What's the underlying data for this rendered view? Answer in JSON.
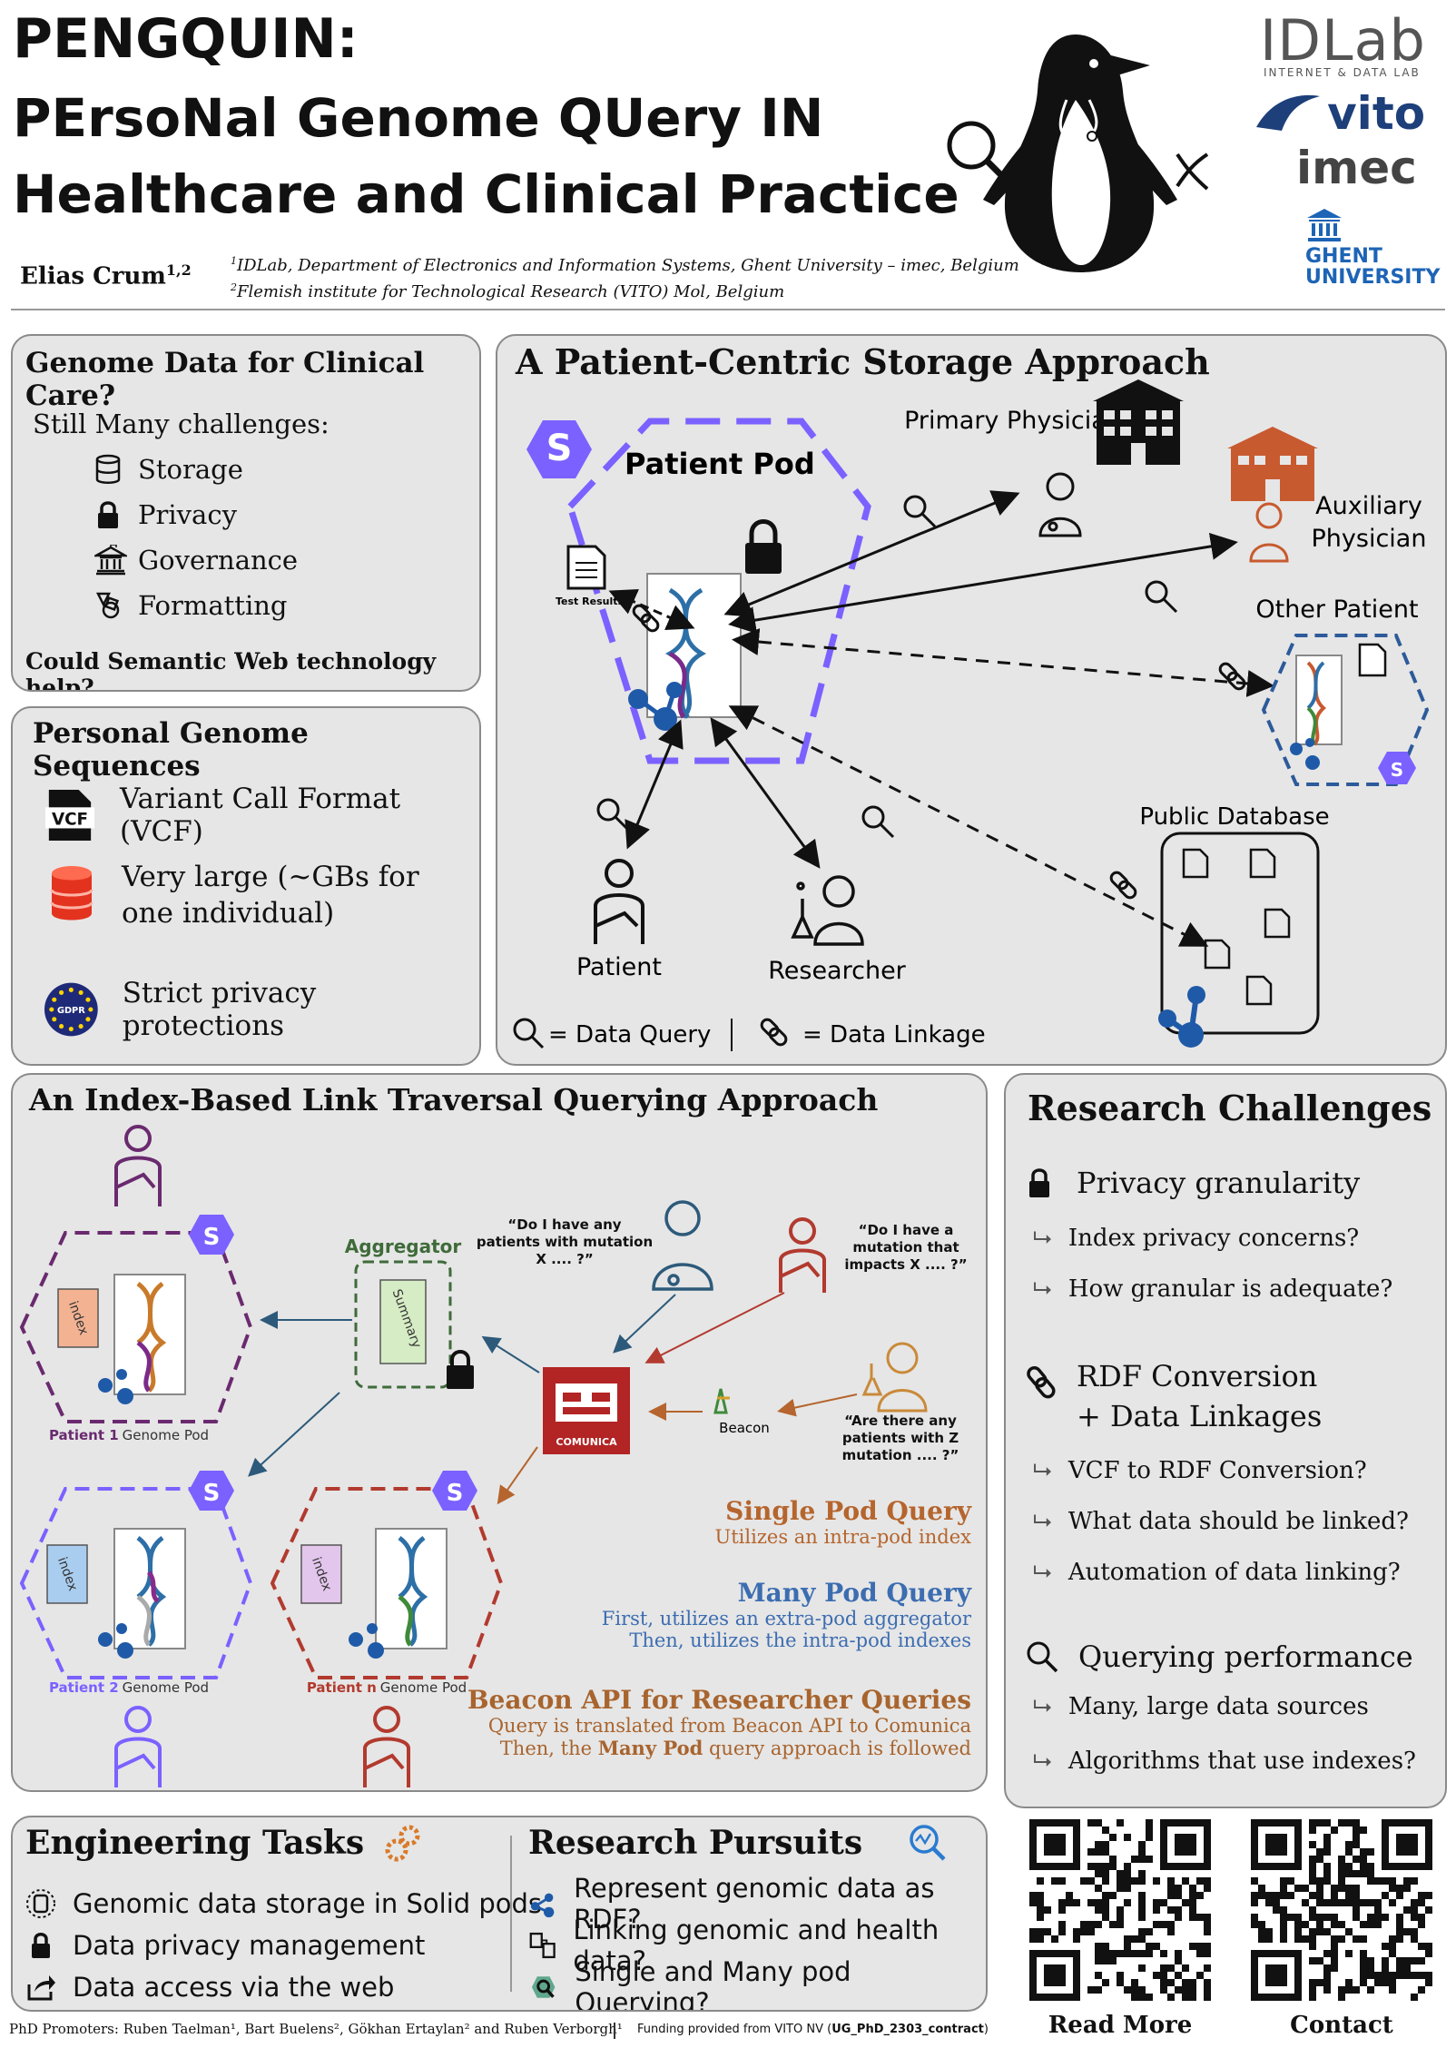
{
  "header": {
    "title": "PENGQUIN:",
    "subtitle_line1": "PErsoNal Genome QUery IN",
    "subtitle_line2": "Healthcare and Clinical Practice",
    "author": "Elias Crum",
    "author_sup": "1,2",
    "aff1_sup": "1",
    "aff1": "IDLab, Department of Electronics and Information Systems, Ghent University – imec, Belgium",
    "aff2_sup": "2",
    "aff2": "Flemish institute for Technological Research (VITO) Mol, Belgium",
    "logos": {
      "idlab": "IDLab",
      "idlab_sub": "INTERNET & DATA LAB",
      "vito": "vito",
      "imec": "imec",
      "ghent1": "GHENT",
      "ghent2": "UNIVERSITY"
    }
  },
  "genome_data": {
    "title": "Genome Data for Clinical Care?",
    "intro": "Still Many challenges:",
    "items": [
      {
        "icon": "database-icon",
        "label": "Storage"
      },
      {
        "icon": "lock-icon",
        "label": "Privacy"
      },
      {
        "icon": "government-building-icon",
        "label": "Governance"
      },
      {
        "icon": "shapes-icon",
        "label": "Formatting"
      }
    ],
    "question": "Could Semantic Web technology help?"
  },
  "personal_genome": {
    "title": "Personal Genome Sequences",
    "items": [
      {
        "icon": "vcf-file-icon",
        "label": "Variant Call Format (VCF)",
        "badge": "VCF"
      },
      {
        "icon": "red-database-icon",
        "label": "Very large (~GBs for one individual)"
      },
      {
        "icon": "gdpr-icon",
        "label": "Strict privacy protections",
        "badge": "GDPR"
      }
    ]
  },
  "patient_centric": {
    "title": "A Patient-Centric Storage Approach",
    "patient_pod": "Patient Pod",
    "test_results": "Test Results",
    "primary_physician": "Primary Physician",
    "auxiliary_physician": "Auxiliary Physician",
    "other_patient": "Other Patient",
    "public_database": "Public Database",
    "patient": "Patient",
    "researcher": "Researcher",
    "legend_query": "= Data Query",
    "legend_link": "= Data Linkage"
  },
  "index_based": {
    "title": "An Index-Based Link Traversal Querying Approach",
    "aggregator": "Aggregator",
    "summary": "Summary",
    "index": "index",
    "pod1_prefix": "Patient 1",
    "pod2_prefix": "Patient 2",
    "podn_prefix": "Patient n",
    "pod_suffix": "Genome Pod",
    "quote_physician": "“Do I have any patients with mutation X .... ?”",
    "quote_patient": "“Do I have a mutation that impacts X .... ?”",
    "quote_researcher": "“Are there any patients with Z mutation .... ?”",
    "comunica": "COMUNICA",
    "beacon": "Beacon",
    "single_title": "Single Pod Query",
    "single_desc": "Utilizes an intra-pod index",
    "many_title": "Many Pod Query",
    "many_desc1": "First, utilizes an extra-pod aggregator",
    "many_desc2": "Then, utilizes the intra-pod indexes",
    "beacon_title": "Beacon API for Researcher Queries",
    "beacon_desc1": "Query is translated from Beacon API to Comunica",
    "beacon_desc2_pre": "Then, the ",
    "beacon_desc2_bold": "Many Pod",
    "beacon_desc2_post": " query approach is followed"
  },
  "research_challenges": {
    "title": "Research Challenges",
    "groups": [
      {
        "icon": "lock-icon",
        "title": "Privacy granularity",
        "items": [
          "Index privacy concerns?",
          "How granular is adequate?"
        ]
      },
      {
        "icon": "link-icon",
        "title": "RDF Conversion + Data Linkages",
        "items": [
          "VCF to RDF Conversion?",
          "What data should be linked?",
          "Automation of data linking?"
        ]
      },
      {
        "icon": "search-icon",
        "title": "Querying performance",
        "items": [
          "Many, large data sources",
          "Algorithms that use indexes?"
        ]
      }
    ]
  },
  "engineering": {
    "title": "Engineering Tasks",
    "items": [
      {
        "icon": "solid-database-icon",
        "label": "Genomic data storage in Solid pods"
      },
      {
        "icon": "lock-icon",
        "label": "Data privacy management"
      },
      {
        "icon": "share-icon",
        "label": "Data access via the web"
      }
    ]
  },
  "research_pursuits": {
    "title": "Research Pursuits",
    "items": [
      {
        "icon": "rdf-icon",
        "label": "Represent genomic data as RDF?"
      },
      {
        "icon": "linked-docs-icon",
        "label": "Linking genomic and health data?"
      },
      {
        "icon": "pod-query-icon",
        "label": "Single and Many pod Querying?"
      }
    ]
  },
  "qr": {
    "read_more": "Read More",
    "contact": "Contact"
  },
  "footer": {
    "promoters_label": "PhD Promoters: ",
    "promoters": "Ruben Taelman¹, Bart Buelens², Gökhan Ertaylan² and Ruben Verborgh¹",
    "funding_pre": "Funding provided from VITO NV (",
    "funding_code": "UG_PhD_2303_contract",
    "funding_post": ")"
  },
  "colors": {
    "purple": "#7b61ff",
    "dark_purple": "#6a2a6f",
    "red": "#b23a2e",
    "blue": "#3c6db1",
    "orange": "#b5652d",
    "green": "#3f6b3a"
  }
}
